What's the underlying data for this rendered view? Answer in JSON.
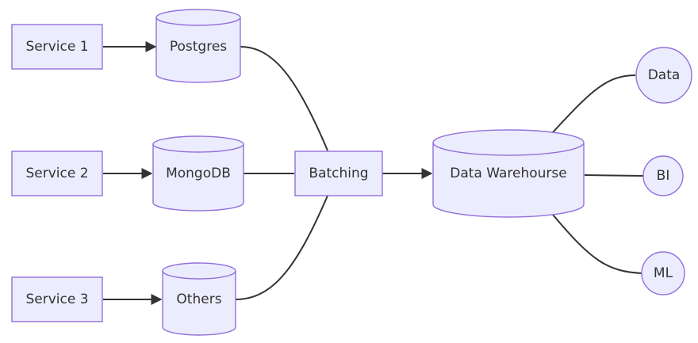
{
  "diagram": {
    "type": "flowchart",
    "colors": {
      "node_fill": "#ECECFF",
      "node_stroke": "#9370DB",
      "edge": "#333333",
      "text": "#333333"
    },
    "nodes": {
      "service1": "Service 1",
      "service2": "Service 2",
      "service3": "Service 3",
      "postgres": "Postgres",
      "mongodb": "MongoDB",
      "others": "Others",
      "batching": "Batching",
      "warehouse": "Data Warehourse",
      "data": "Data",
      "bi": "BI",
      "ml": "ML"
    },
    "edges": [
      {
        "from": "Service 1",
        "to": "Postgres",
        "arrow": true
      },
      {
        "from": "Service 2",
        "to": "MongoDB",
        "arrow": true
      },
      {
        "from": "Service 3",
        "to": "Others",
        "arrow": true
      },
      {
        "from": "Postgres",
        "to": "Batching",
        "arrow": false
      },
      {
        "from": "MongoDB",
        "to": "Batching",
        "arrow": false
      },
      {
        "from": "Others",
        "to": "Batching",
        "arrow": false
      },
      {
        "from": "Batching",
        "to": "Data Warehourse",
        "arrow": true
      },
      {
        "from": "Data Warehourse",
        "to": "Data",
        "arrow": false
      },
      {
        "from": "Data Warehourse",
        "to": "BI",
        "arrow": false
      },
      {
        "from": "Data Warehourse",
        "to": "ML",
        "arrow": false
      }
    ]
  }
}
